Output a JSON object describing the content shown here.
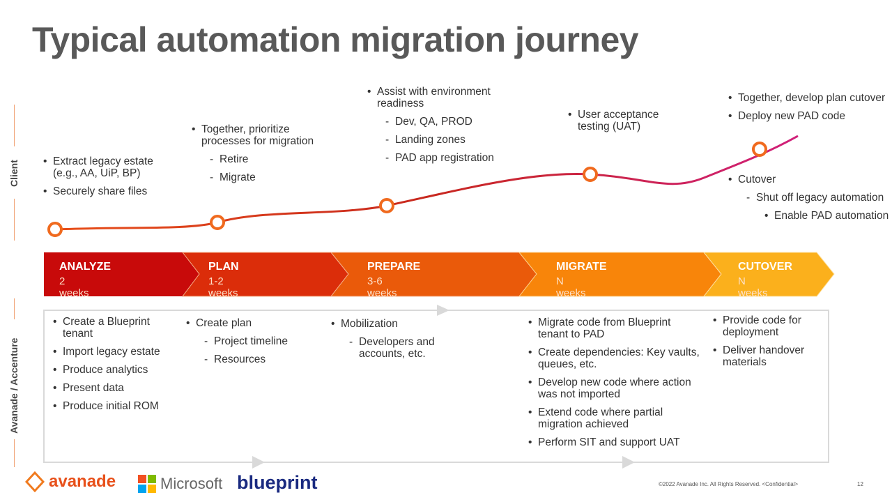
{
  "title": "Typical automation migration journey",
  "lanes": {
    "client": "Client",
    "delivery": "Avanade / Accenture"
  },
  "phases": [
    {
      "name": "ANALYZE",
      "duration": "2 weeks",
      "color": "#c80a0a"
    },
    {
      "name": "PLAN",
      "duration": "1-2 weeks",
      "color": "#db2d0a"
    },
    {
      "name": "PREPARE",
      "duration": "3-6 weeks",
      "color": "#ea5a0a"
    },
    {
      "name": "MIGRATE",
      "duration": "N weeks",
      "color": "#f8850a"
    },
    {
      "name": "CUTOVER",
      "duration": "N weeks",
      "color": "#fbb01c"
    }
  ],
  "client": {
    "analyze": [
      {
        "t": "Extract legacy estate (e.g., AA, UiP, BP)",
        "l": 0
      },
      {
        "t": "Securely share files",
        "l": 0
      }
    ],
    "plan": [
      {
        "t": "Together, prioritize processes for migration",
        "l": 0
      },
      {
        "t": "Retire",
        "l": 1
      },
      {
        "t": "Migrate",
        "l": 1
      }
    ],
    "prepare": [
      {
        "t": "Assist with environment readiness",
        "l": 0
      },
      {
        "t": "Dev, QA, PROD",
        "l": 1
      },
      {
        "t": "Landing zones",
        "l": 1
      },
      {
        "t": "PAD app registration",
        "l": 1
      }
    ],
    "migrate": [
      {
        "t": "User acceptance testing (UAT)",
        "l": 0
      }
    ],
    "cutover_top": [
      {
        "t": "Together, develop plan cutover",
        "l": 0
      },
      {
        "t": "Deploy new PAD code",
        "l": 0
      }
    ],
    "cutover_bottom": [
      {
        "t": "Cutover",
        "l": 0
      },
      {
        "t": "Shut off legacy automation",
        "l": 1
      },
      {
        "t": "Enable PAD automation",
        "l": 2
      }
    ]
  },
  "delivery": {
    "analyze": [
      {
        "t": "Create a Blueprint tenant",
        "l": 0
      },
      {
        "t": "Import legacy estate",
        "l": 0
      },
      {
        "t": "Produce analytics",
        "l": 0
      },
      {
        "t": "Present data",
        "l": 0
      },
      {
        "t": "Produce initial ROM",
        "l": 0
      }
    ],
    "plan": [
      {
        "t": "Create plan",
        "l": 0
      },
      {
        "t": "Project timeline",
        "l": 1
      },
      {
        "t": "Resources",
        "l": 1
      }
    ],
    "prepare": [
      {
        "t": "Mobilization",
        "l": 0
      },
      {
        "t": "Developers and accounts, etc.",
        "l": 1
      }
    ],
    "migrate": [
      {
        "t": "Migrate code from Blueprint tenant to PAD",
        "l": 0
      },
      {
        "t": "Create dependencies: Key vaults, queues, etc.",
        "l": 0
      },
      {
        "t": "Develop new code where action was not imported",
        "l": 0
      },
      {
        "t": "Extend code where partial migration achieved",
        "l": 0
      },
      {
        "t": "Perform SIT and support UAT",
        "l": 0
      }
    ],
    "cutover": [
      {
        "t": "Provide code for deployment",
        "l": 0
      },
      {
        "t": "Deliver handover materials",
        "l": 0
      }
    ]
  },
  "footer": {
    "logos": [
      "avanade",
      "Microsoft",
      "blueprint"
    ],
    "copyright": "©2022 Avanade Inc. All Rights Reserved. <Confidential>",
    "page": "12"
  }
}
